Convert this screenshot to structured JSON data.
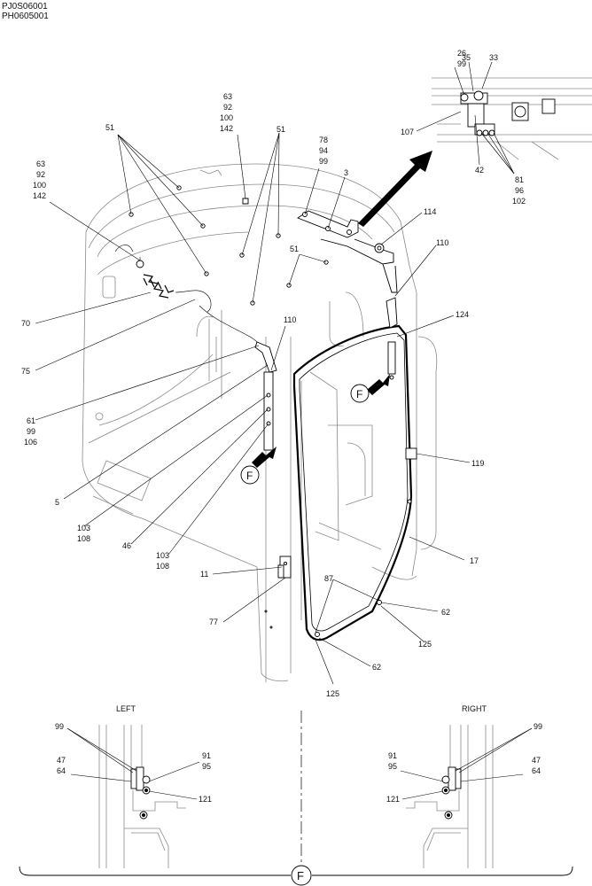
{
  "header": {
    "code1": "PJ0S06001",
    "code2": "PH0605001"
  },
  "detail_marker": "F",
  "detail_panels": {
    "left_title": "LEFT",
    "right_title": "RIGHT"
  },
  "callouts": {
    "c26": "26",
    "c99a": "99",
    "c35": "35",
    "c33": "33",
    "c107": "107",
    "c42": "42",
    "c81": "81",
    "c96": "96",
    "c102": "102",
    "c63a": "63",
    "c92a": "92",
    "c100a": "100",
    "c142a": "142",
    "c63b": "63",
    "c92b": "92",
    "c100b": "100",
    "c142b": "142",
    "c51a": "51",
    "c51b": "51",
    "c51c": "51",
    "c78": "78",
    "c94": "94",
    "c99b": "99",
    "c3": "3",
    "c114": "114",
    "c110a": "110",
    "c110b": "110",
    "c124": "124",
    "c70": "70",
    "c75": "75",
    "c61": "61",
    "c99c": "99",
    "c106": "106",
    "c5": "5",
    "c103a": "103",
    "c108a": "108",
    "c46": "46",
    "c103b": "103",
    "c108b": "108",
    "c119": "119",
    "c17": "17",
    "c11": "11",
    "c77": "77",
    "c87": "87",
    "c62a": "62",
    "c62b": "62",
    "c125a": "125",
    "c125b": "125",
    "l99": "99",
    "l47": "47",
    "l64": "64",
    "l91": "91",
    "l95": "95",
    "l121": "121",
    "r99": "99",
    "r91": "91",
    "r95": "95",
    "r47": "47",
    "r64": "64",
    "r121": "121"
  }
}
